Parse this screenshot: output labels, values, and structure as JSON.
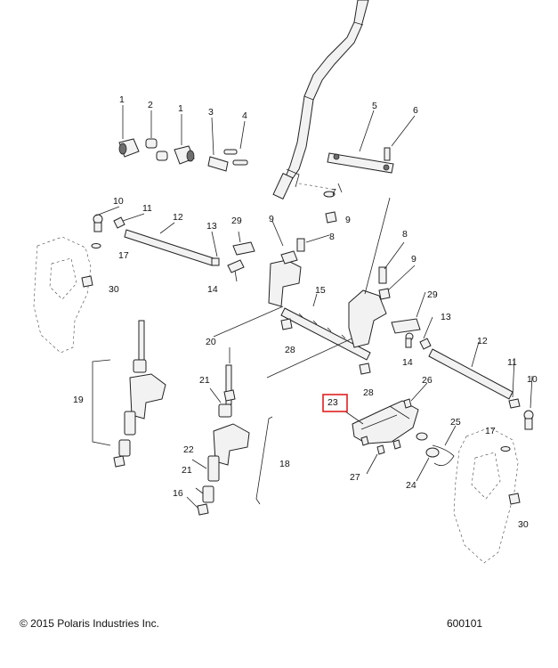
{
  "callouts": {
    "c1a": "1",
    "c2": "2",
    "c1b": "1",
    "c3": "3",
    "c4": "4",
    "c5": "5",
    "c6": "6",
    "c7": "7",
    "c9a": "9",
    "c10a": "10",
    "c11a": "11",
    "c12a": "12",
    "c13a": "13",
    "c29a": "29",
    "c9b": "9",
    "c8a": "8",
    "c17a": "17",
    "c14a": "14",
    "c30a": "30",
    "c8b": "8",
    "c9c": "9",
    "c15": "15",
    "c29b": "29",
    "c13b": "13",
    "c28a": "28",
    "c14b": "14",
    "c12b": "12",
    "c28b": "28",
    "c19": "19",
    "c20": "20",
    "c21a": "21",
    "c11b": "11",
    "c10b": "10",
    "c26": "26",
    "c23": "23",
    "c25": "25",
    "c17b": "17",
    "c22": "22",
    "c18": "18",
    "c27": "27",
    "c24": "24",
    "c21b": "21",
    "c16": "16",
    "c30b": "30"
  },
  "highlight_color": "#e02020",
  "footer": {
    "copyright": "© 2015 Polaris Industries Inc.",
    "part_number": "600101"
  }
}
